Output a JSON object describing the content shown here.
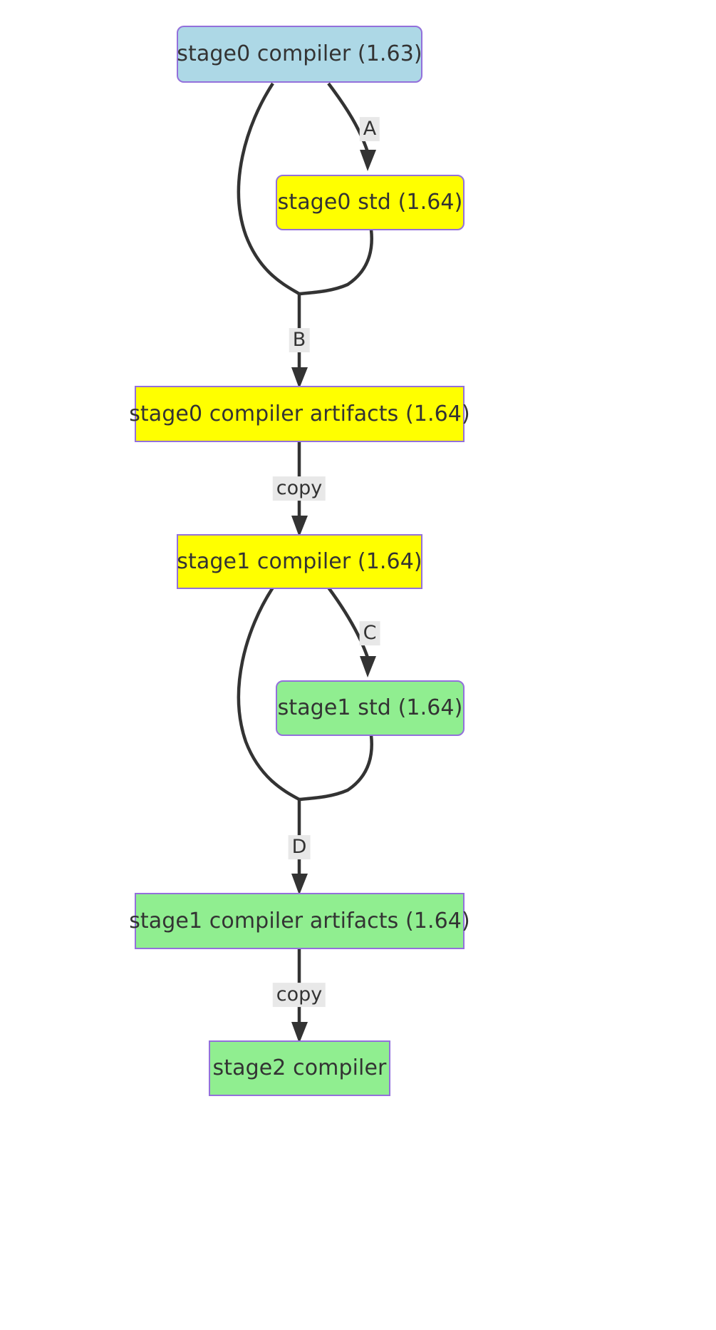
{
  "diagram": {
    "type": "flowchart",
    "title": "rust compiler bootstrap stages",
    "direction": "top-to-bottom",
    "background": "#ffffff",
    "node_border_color": "#9370DB",
    "edge_color": "#333333",
    "edge_label_background": "#e8e8e8",
    "nodes": [
      {
        "id": "stage0_compiler",
        "label": "stage0 compiler (1.63)",
        "fill": "#ADD8E6",
        "shape": "rounded"
      },
      {
        "id": "stage0_std",
        "label": "stage0 std (1.64)",
        "fill": "#FFFF00",
        "shape": "rounded"
      },
      {
        "id": "stage0_compiler_artifacts",
        "label": "stage0 compiler artifacts (1.64)",
        "fill": "#FFFF00",
        "shape": "square"
      },
      {
        "id": "stage1_compiler",
        "label": "stage1 compiler (1.64)",
        "fill": "#FFFF00",
        "shape": "square"
      },
      {
        "id": "stage1_std",
        "label": "stage1 std (1.64)",
        "fill": "#90EE90",
        "shape": "rounded"
      },
      {
        "id": "stage1_compiler_artifacts",
        "label": "stage1 compiler artifacts (1.64)",
        "fill": "#90EE90",
        "shape": "square"
      },
      {
        "id": "stage2_compiler",
        "label": "stage2 compiler",
        "fill": "#90EE90",
        "shape": "square"
      }
    ],
    "edges": [
      {
        "from": "stage0_compiler",
        "to": "stage0_std",
        "label": "A"
      },
      {
        "from": "stage0_compiler",
        "to": "stage0_compiler_artifacts",
        "label": "B"
      },
      {
        "from": "stage0_std",
        "to": "stage0_compiler_artifacts",
        "label": "B"
      },
      {
        "from": "stage0_compiler_artifacts",
        "to": "stage1_compiler",
        "label": "copy"
      },
      {
        "from": "stage1_compiler",
        "to": "stage1_std",
        "label": "C"
      },
      {
        "from": "stage1_compiler",
        "to": "stage1_compiler_artifacts",
        "label": "D"
      },
      {
        "from": "stage1_std",
        "to": "stage1_compiler_artifacts",
        "label": "D"
      },
      {
        "from": "stage1_compiler_artifacts",
        "to": "stage2_compiler",
        "label": "copy"
      }
    ],
    "edge_labels": [
      {
        "id": "label_a",
        "text": "A"
      },
      {
        "id": "label_b",
        "text": "B"
      },
      {
        "id": "label_copy1",
        "text": "copy"
      },
      {
        "id": "label_c",
        "text": "C"
      },
      {
        "id": "label_d",
        "text": "D"
      },
      {
        "id": "label_copy2",
        "text": "copy"
      }
    ]
  }
}
